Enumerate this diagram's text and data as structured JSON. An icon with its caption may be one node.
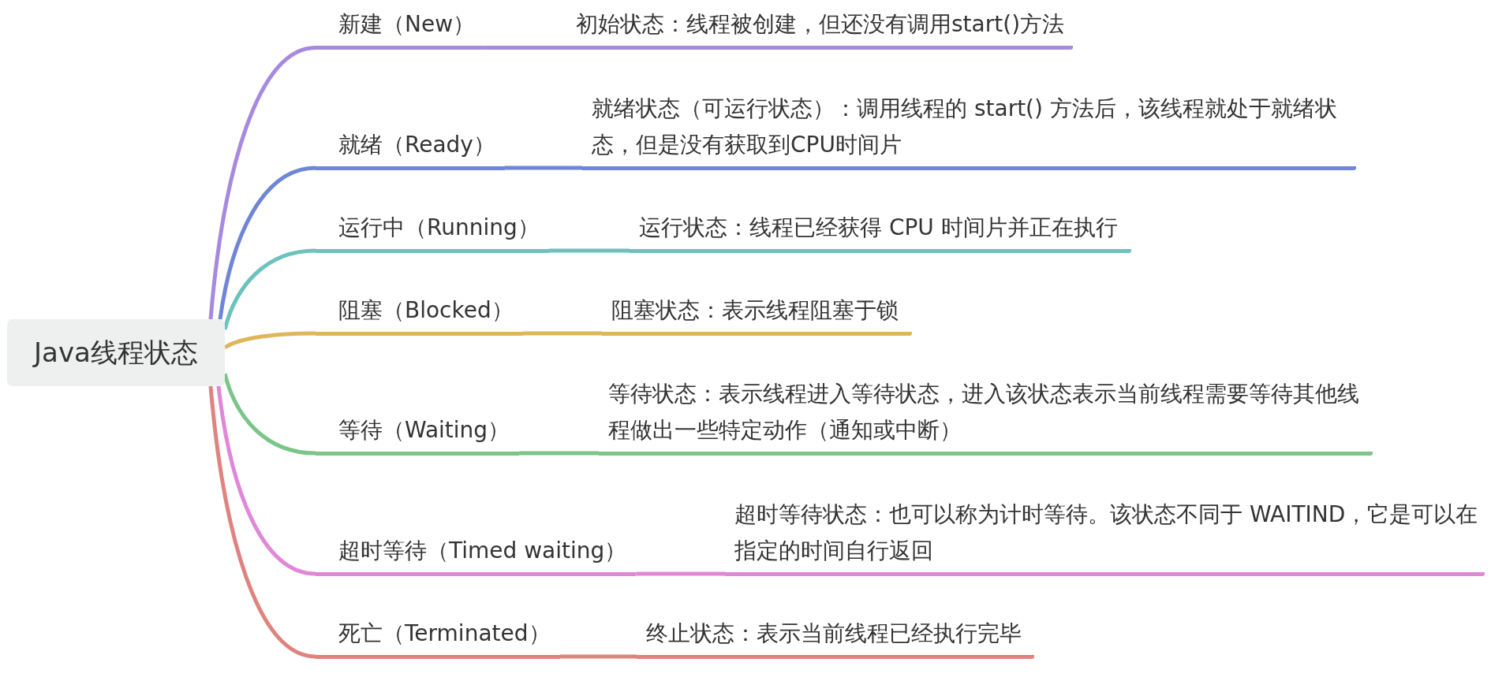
{
  "diagram": {
    "nodes": [
      {
        "text": [
          "Java线程状态"
        ]
      },
      {
        "text": [
          "新建（New）"
        ]
      },
      {
        "text": [
          "初始状态：线程被创建，但还没有调用start()方法"
        ]
      },
      {
        "text": [
          "就绪（Ready）"
        ]
      },
      {
        "text": [
          "就绪状态（可运行状态）：调用线程的 start() 方法后，该线程就处于就绪状态，但是没有获取到CPU时间片"
        ]
      },
      {
        "text": [
          "运行中（Running）"
        ]
      },
      {
        "text": [
          "运行状态：线程已经获得 CPU 时间片并正在执行"
        ]
      },
      {
        "text": [
          "阻塞（Blocked）"
        ]
      },
      {
        "text": [
          "阻塞状态：表示线程阻塞于锁"
        ]
      },
      {
        "text": [
          "等待（Waiting）"
        ]
      },
      {
        "text": [
          "等待状态：表示线程进入等待状态，进入该状态表示当前线程需要等待其他线程做出一些特定动作（通知或中断）"
        ]
      },
      {
        "text": [
          "超时等待（Timed waiting）"
        ]
      },
      {
        "text": [
          "超时等待状态：也可以称为计时等待。该状态不同于 WAITIND，它是可以在指定的时间自行返回"
        ]
      },
      {
        "text": [
          "死亡（Terminated）"
        ]
      },
      {
        "text": [
          "终止状态：表示当前线程已经执行完毕"
        ]
      }
    ],
    "edges": [
      {
        "from": 0,
        "to": 1,
        "arrow": "none",
        "color": "#a78ae0"
      },
      {
        "from": 1,
        "to": 2,
        "arrow": "none",
        "color": "#a78ae0"
      },
      {
        "from": 0,
        "to": 3,
        "arrow": "none",
        "color": "#6f85d8"
      },
      {
        "from": 3,
        "to": 4,
        "arrow": "none",
        "color": "#6f85d8"
      },
      {
        "from": 0,
        "to": 5,
        "arrow": "none",
        "color": "#6cc2be"
      },
      {
        "from": 5,
        "to": 6,
        "arrow": "none",
        "color": "#6cc2be"
      },
      {
        "from": 0,
        "to": 7,
        "arrow": "none",
        "color": "#dfb65c"
      },
      {
        "from": 7,
        "to": 8,
        "arrow": "none",
        "color": "#dfb65c"
      },
      {
        "from": 0,
        "to": 9,
        "arrow": "none",
        "color": "#7bc48a"
      },
      {
        "from": 9,
        "to": 10,
        "arrow": "none",
        "color": "#7bc48a"
      },
      {
        "from": 0,
        "to": 11,
        "arrow": "none",
        "color": "#e187d8"
      },
      {
        "from": 11,
        "to": 12,
        "arrow": "none",
        "color": "#e187d8"
      },
      {
        "from": 0,
        "to": 13,
        "arrow": "none",
        "color": "#e0837f"
      },
      {
        "from": 13,
        "to": 14,
        "arrow": "none",
        "color": "#e0837f"
      }
    ]
  }
}
